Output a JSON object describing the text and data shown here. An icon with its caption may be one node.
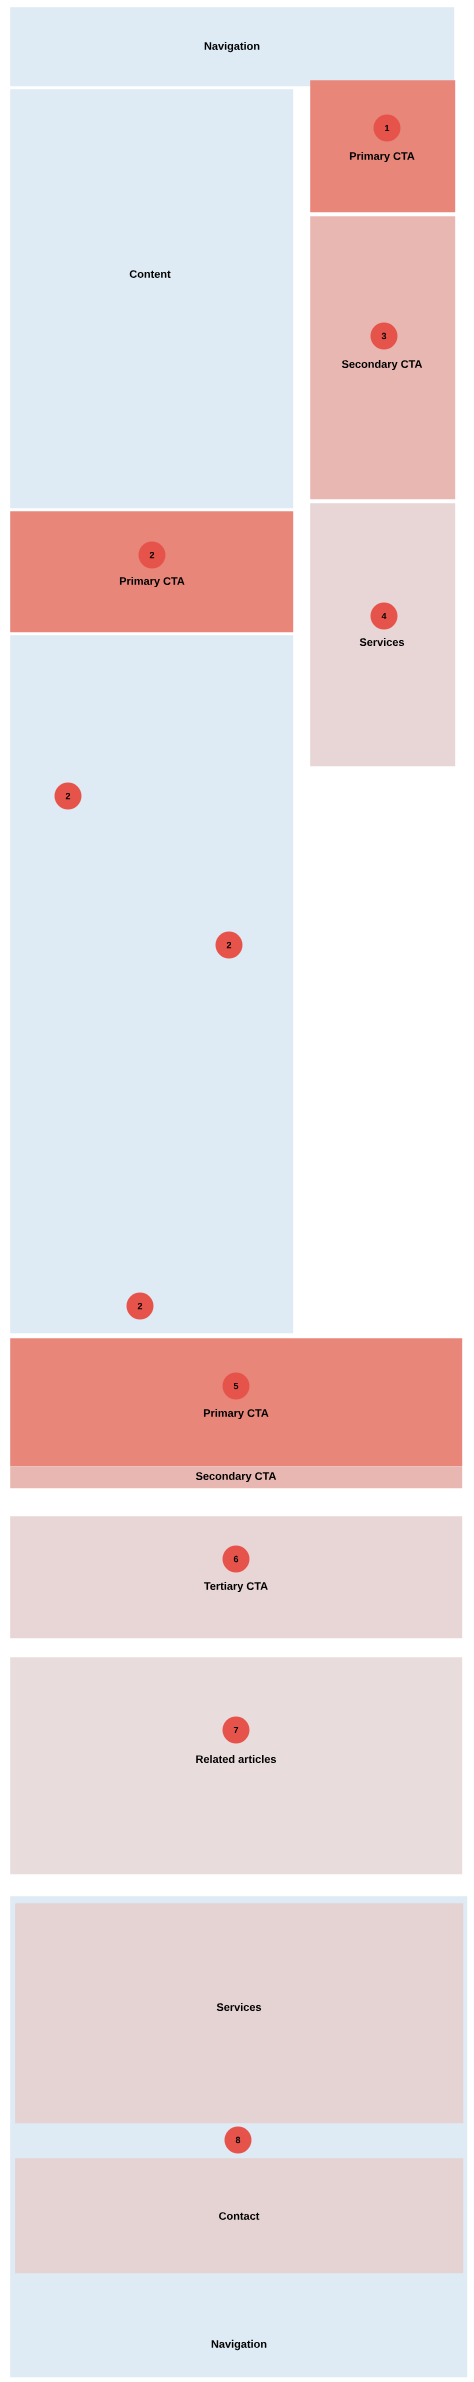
{
  "diagram": {
    "nodes": [
      {
        "text": [
          "Navigation"
        ]
      },
      {
        "text": [
          "Primary CTA"
        ]
      },
      {
        "text": [
          "1"
        ],
        "in": 1
      },
      {
        "text": [
          "Content"
        ]
      },
      {
        "text": [
          "Secondary CTA"
        ]
      },
      {
        "text": [
          "3"
        ],
        "in": 4
      },
      {
        "text": [
          "Primary CTA"
        ]
      },
      {
        "text": [
          "2"
        ],
        "in": 6
      },
      {
        "text": [
          "Services"
        ]
      },
      {
        "text": [
          "4"
        ],
        "in": 8
      },
      {
        "text": [],
        "shape": "box"
      },
      {
        "text": [
          "2"
        ],
        "in": 10
      },
      {
        "text": [
          "2"
        ],
        "in": 10
      },
      {
        "text": [
          "2"
        ],
        "in": 10
      },
      {
        "text": [
          "Primary CTA"
        ]
      },
      {
        "text": [
          "5"
        ],
        "in": 14
      },
      {
        "text": [
          "Secondary CTA"
        ]
      },
      {
        "text": [
          "Tertiary CTA"
        ]
      },
      {
        "text": [
          "6"
        ],
        "in": 17
      },
      {
        "text": [
          "Related articles"
        ]
      },
      {
        "text": [
          "7"
        ],
        "in": 19
      },
      {
        "text": [
          "Navigation"
        ]
      },
      {
        "text": [
          "Services"
        ],
        "in": 21
      },
      {
        "text": [
          "8"
        ],
        "in": 21
      },
      {
        "text": [
          "Contact"
        ],
        "in": 21
      }
    ]
  }
}
